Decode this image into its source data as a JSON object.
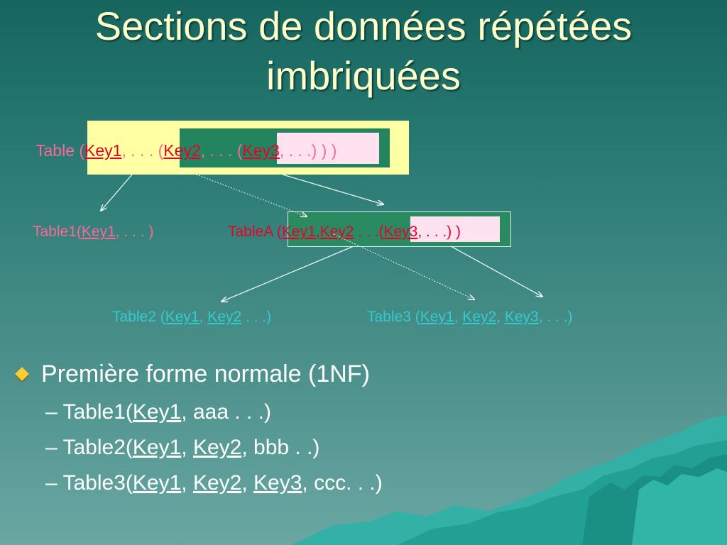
{
  "title": {
    "line1": "Sections de données répétées",
    "line2": "imbriquées"
  },
  "diagram": {
    "top": {
      "prefix": "Table (",
      "key1": "Key1",
      "mid1": ", . . . (",
      "key2": "Key2",
      "mid2": ", . . . (",
      "key3": "Key3",
      "suffix": ", . . .) ) )"
    },
    "table1": {
      "prefix": "Table1(",
      "key1": "Key1",
      "suffix": ", . . . )"
    },
    "tableA": {
      "prefix": "TableA (",
      "key1": "Key1",
      "sep": ",",
      "key2": "Key2",
      "mid": " . . .(",
      "key3": "Key3",
      "suffix": ", . . .) )"
    },
    "table2": {
      "prefix": "Table2 (",
      "key1": "Key1",
      "sep": ", ",
      "key2": "Key2",
      "suffix": " . . .)"
    },
    "table3": {
      "prefix": "Table3 (",
      "key1": "Key1",
      "sep1": ", ",
      "key2": "Key2",
      "sep2": ", ",
      "key3": "Key3",
      "suffix": ", . . .)"
    }
  },
  "bullets": {
    "main": "Première forme normale (1NF)",
    "items": [
      {
        "dash": "– ",
        "prefix": "Table1(",
        "keys": [
          "Key1"
        ],
        "suffix": ", aaa . . .)"
      },
      {
        "dash": "– ",
        "prefix": "Table2(",
        "keys": [
          "Key1",
          "Key2"
        ],
        "suffix": ", bbb . .)"
      },
      {
        "dash": "– ",
        "prefix": "Table3(",
        "keys": [
          "Key1",
          "Key2",
          "Key3"
        ],
        "suffix": ", ccc. . .)"
      }
    ],
    "sep": ", "
  },
  "colors": {
    "title": "#ffffcc",
    "pink": "#ff6699",
    "red": "#e8002a",
    "cyan": "#33cccc",
    "bullet": "#ffcc33"
  }
}
